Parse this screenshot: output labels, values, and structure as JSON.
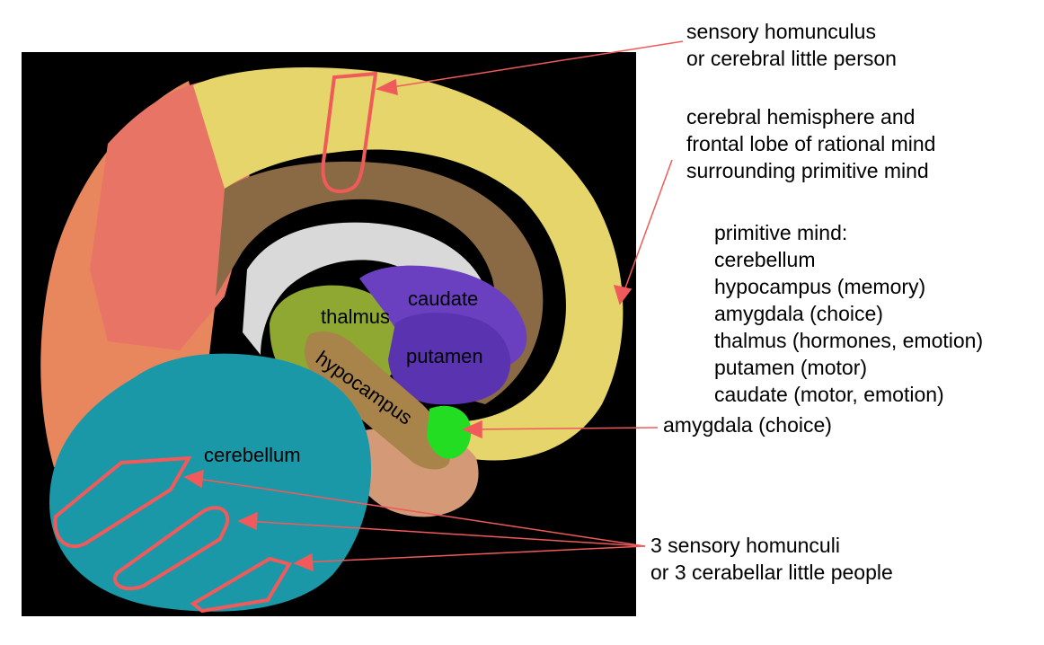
{
  "colors": {
    "background_panel": "#000000",
    "frontal_lobe": "#e6d56a",
    "parietal_lobe": "#e87466",
    "occipital_lobe": "#e8865e",
    "cingulate": "#8a6a44",
    "white_matter": "#d9d9d9",
    "cerebellum": "#1a98a8",
    "thalamus": "#8fa832",
    "caudate_putamen": "#6a3fc0",
    "hippocampus": "#a8844a",
    "amygdala": "#22dd22",
    "annotation": "#f05a5a"
  },
  "structure_labels": {
    "thalmus": "thalmus",
    "caudate": "caudate",
    "putamen": "putamen",
    "hypocampus": "hypocampus",
    "cerebellum": "cerebellum"
  },
  "annotations": {
    "sensory": [
      "sensory homunculus",
      "or cerebral little person"
    ],
    "hemisphere": [
      "cerebral hemisphere and",
      "frontal lobe of rational mind",
      "surrounding primitive mind"
    ],
    "primitive_mind": [
      "primitive mind:",
      "cerebellum",
      "hypocampus (memory)",
      "amygdala (choice)",
      "thalmus (hormones, emotion)",
      "putamen (motor)",
      "caudate (motor, emotion)"
    ],
    "amygdala": "amygdala (choice)",
    "cerebellar": [
      "3 sensory homunculi",
      "or 3 cerabellar little people"
    ]
  }
}
